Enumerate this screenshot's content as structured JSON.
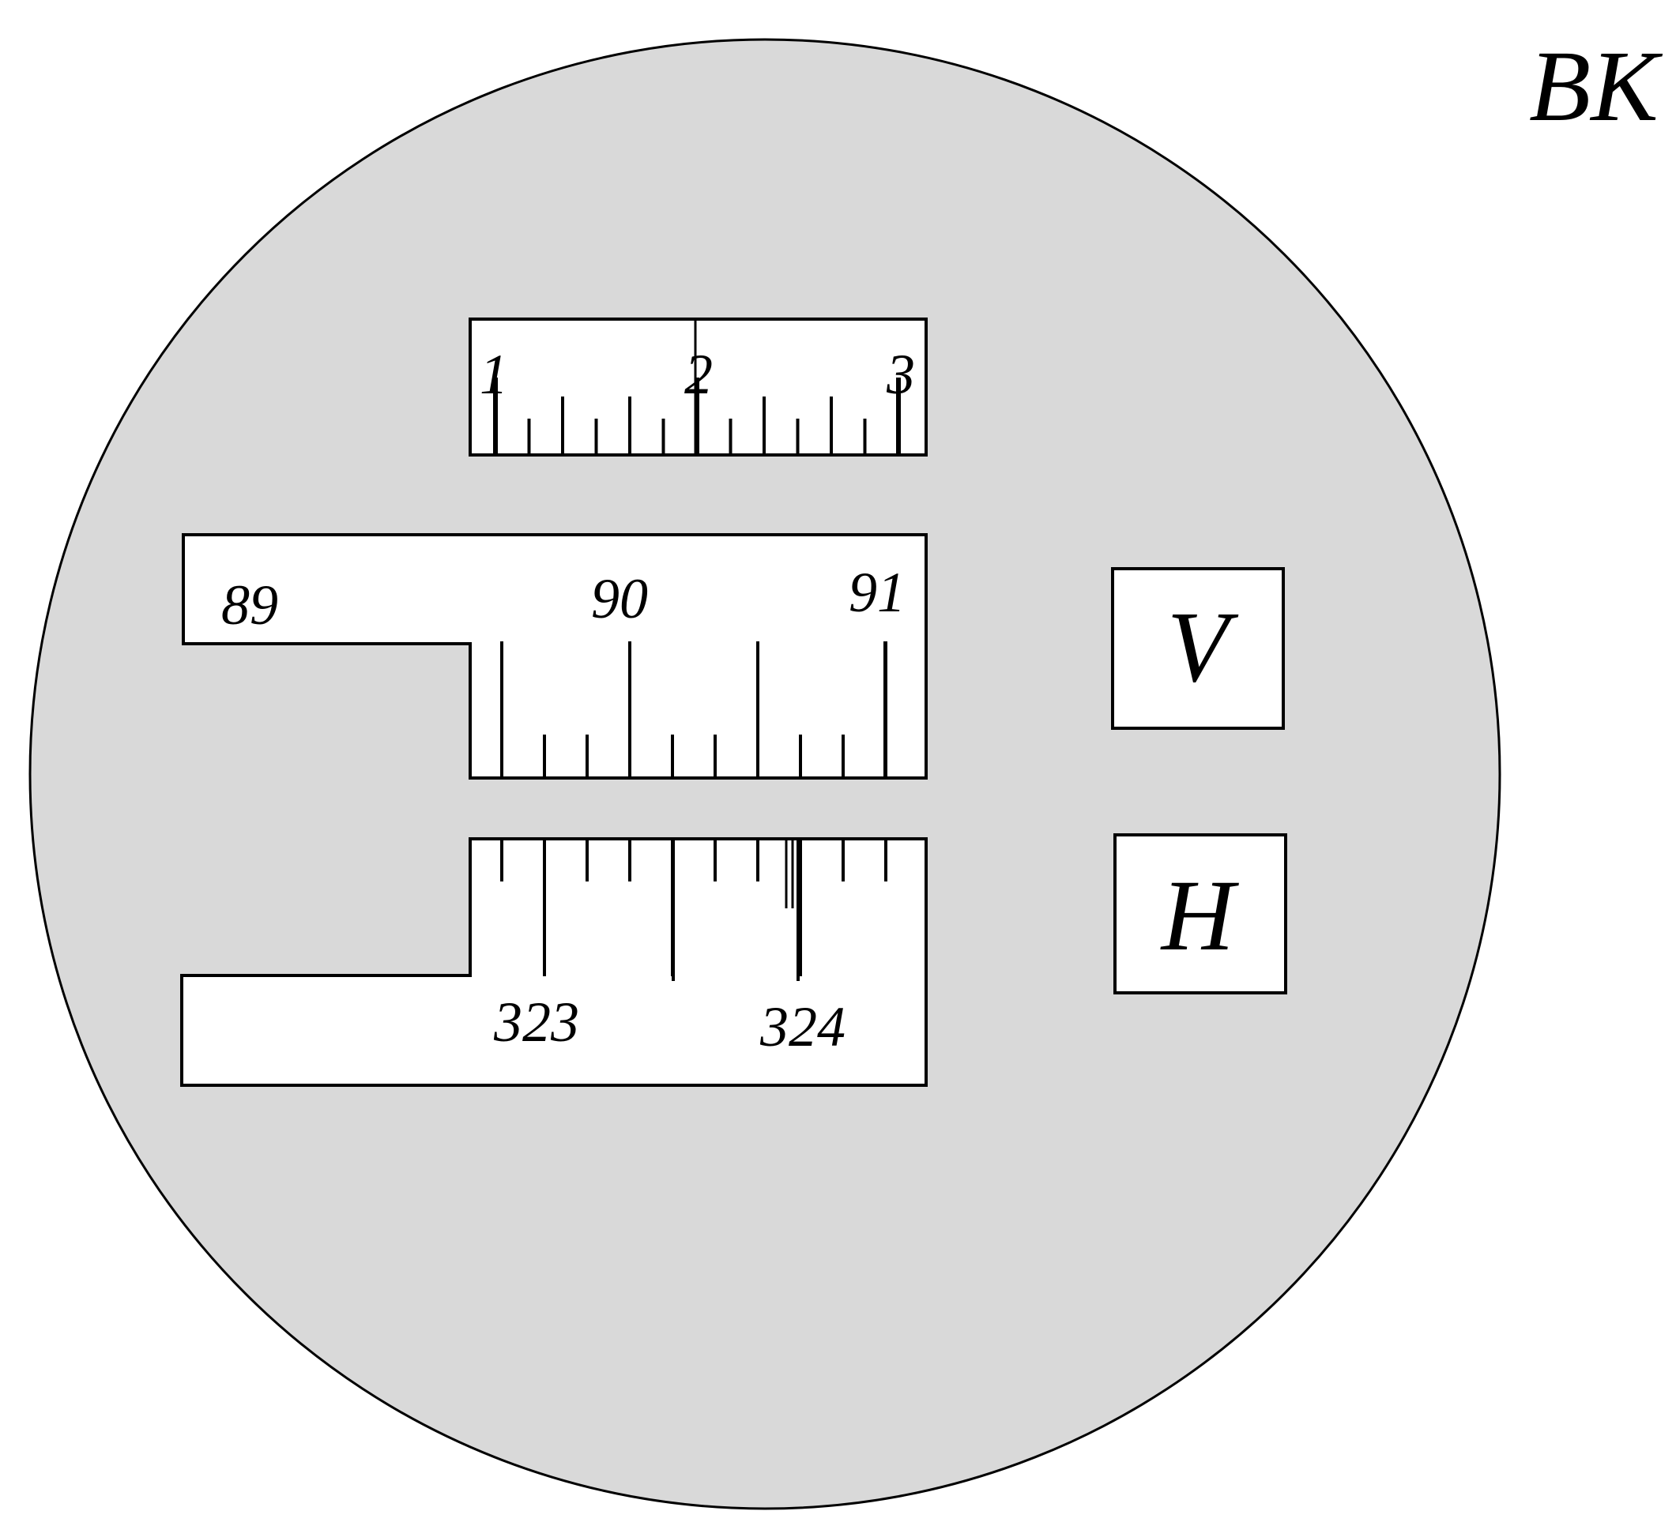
{
  "corner_label": "BK",
  "colors": {
    "field_fill": "#d9d9d9",
    "window_fill": "#ffffff",
    "line": "#000000"
  },
  "top_scale": {
    "labels": [
      "1",
      "2",
      "3"
    ],
    "divisions_per_unit": 6
  },
  "vertical_scale": {
    "labels": [
      "89",
      "90",
      "91"
    ],
    "minor_per_major": 3
  },
  "horizontal_scale": {
    "labels": [
      "323",
      "324"
    ],
    "minor_per_major": 3
  },
  "indicators": {
    "vertical": "V",
    "horizontal": "H"
  }
}
